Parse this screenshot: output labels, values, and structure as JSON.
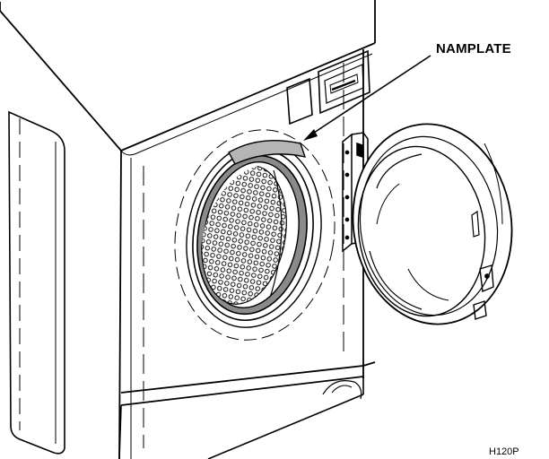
{
  "callout": {
    "label": "NAMPLATE"
  },
  "figure_code": "H120P",
  "colors": {
    "line": "#000000",
    "background": "#ffffff",
    "nameplate": "#b5b5b5",
    "drum_gasket": "#8a8a8a"
  },
  "parts": [
    "washer-cabinet",
    "control-panel-knob",
    "door-hinge",
    "door-glass",
    "drum-perforations",
    "nameplate-strip",
    "side-panel",
    "base-pedestal"
  ]
}
